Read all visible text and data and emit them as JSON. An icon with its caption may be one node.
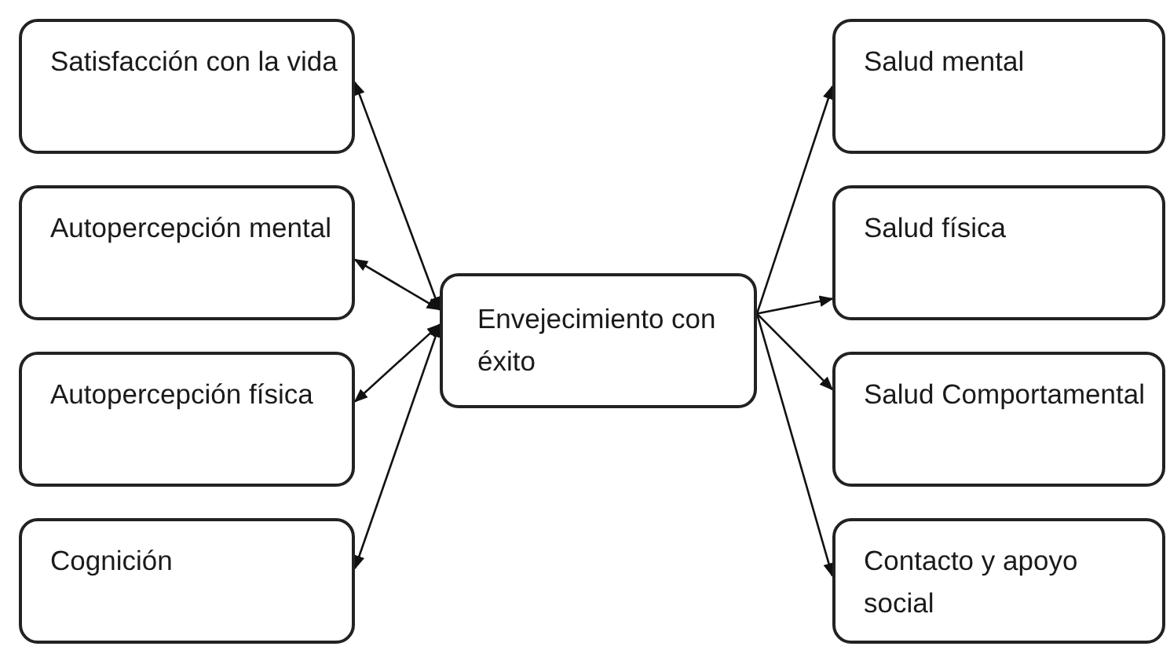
{
  "diagram": {
    "nodes": [
      {
        "text": [
          "Satisfacción con la vida"
        ]
      },
      {
        "text": [
          "Autopercepción mental"
        ]
      },
      {
        "text": [
          "Autopercepción física"
        ]
      },
      {
        "text": [
          "Cognición"
        ]
      },
      {
        "text": [
          "Envejecimiento con éxito"
        ]
      },
      {
        "text": [
          "Salud mental"
        ]
      },
      {
        "text": [
          "Salud física"
        ]
      },
      {
        "text": [
          "Salud Comportamental"
        ]
      },
      {
        "text": [
          "Contacto y apoyo social"
        ]
      }
    ],
    "edges": [
      {
        "from": 4,
        "to": 0,
        "arrow": "both"
      },
      {
        "from": 4,
        "to": 1,
        "arrow": "both"
      },
      {
        "from": 4,
        "to": 2,
        "arrow": "both"
      },
      {
        "from": 4,
        "to": 3,
        "arrow": "both"
      },
      {
        "from": 4,
        "to": 5,
        "arrow": "to"
      },
      {
        "from": 4,
        "to": 6,
        "arrow": "to"
      },
      {
        "from": 4,
        "to": 7,
        "arrow": "to"
      },
      {
        "from": 4,
        "to": 8,
        "arrow": "to"
      }
    ]
  }
}
